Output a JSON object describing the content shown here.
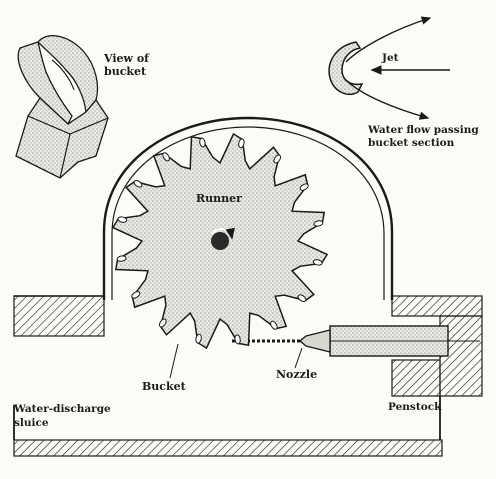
{
  "labels": {
    "view_of_bucket_line1": "View of",
    "view_of_bucket_line2": "bucket",
    "jet": "Jet",
    "water_flow_line1": "Water flow passing",
    "water_flow_line2": "bucket section",
    "runner": "Runner",
    "bucket": "Bucket",
    "nozzle": "Nozzle",
    "water_discharge_line1": "Water-discharge",
    "water_discharge_line2": "sluice",
    "penstock": "Penstock"
  },
  "colors": {
    "ink": "#1a1a1a",
    "paper": "#fbfbf9"
  }
}
